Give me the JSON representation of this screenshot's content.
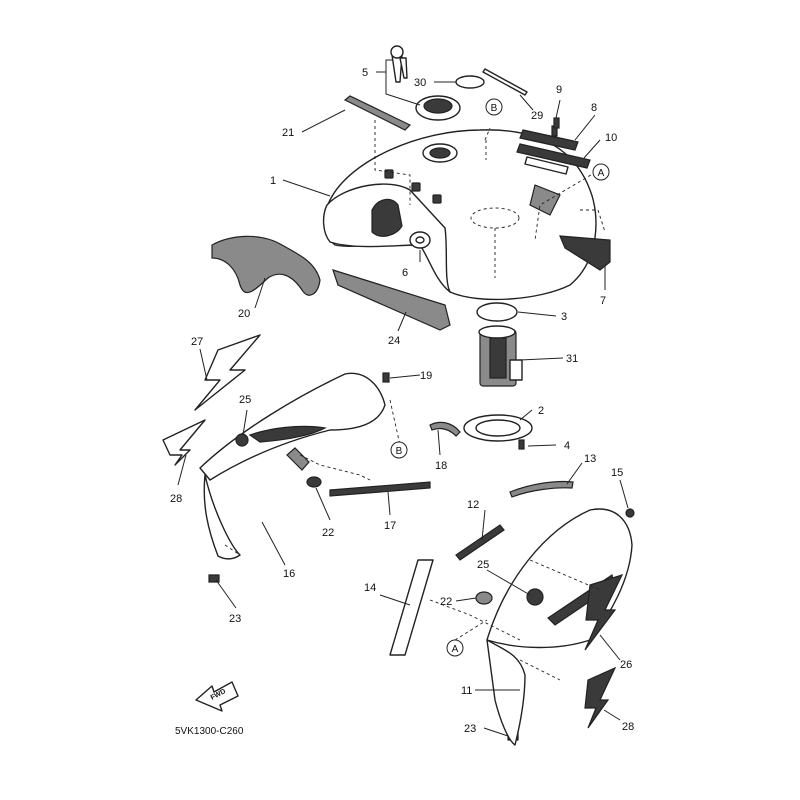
{
  "diagram": {
    "code": "5VK1300-C260",
    "fwd_label": "FWD",
    "callouts": {
      "c1": "1",
      "c2": "2",
      "c3": "3",
      "c4": "4",
      "c5": "5",
      "c6": "6",
      "c7": "7",
      "c8": "8",
      "c9": "9",
      "c10": "10",
      "c11": "11",
      "c12": "12",
      "c13": "13",
      "c14": "14",
      "c15": "15",
      "c16": "16",
      "c17": "17",
      "c18": "18",
      "c19": "19",
      "c20": "20",
      "c21": "21",
      "c22a": "22",
      "c22b": "22",
      "c23a": "23",
      "c23b": "23",
      "c24": "24",
      "c25a": "25",
      "c25b": "25",
      "c26": "26",
      "c27": "27",
      "c28a": "28",
      "c28b": "28",
      "c29": "29",
      "c30": "30",
      "c31": "31"
    },
    "refs": {
      "a1": "A",
      "a2": "A",
      "b1": "B",
      "b2": "B"
    }
  }
}
